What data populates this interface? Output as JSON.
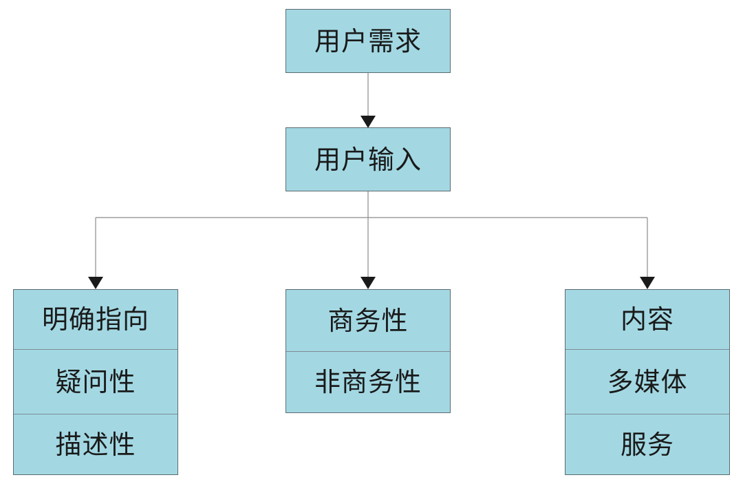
{
  "nodes": {
    "need": "用户需求",
    "input": "用户输入",
    "left": [
      "明确指向",
      "疑问性",
      "描述性"
    ],
    "middle": [
      "商务性",
      "非商务性"
    ],
    "right": [
      "内容",
      "多媒体",
      "服务"
    ]
  },
  "colors": {
    "box_fill": "#a3d8e3",
    "box_border": "#5c6a70",
    "line": "#8a8a8a",
    "arrow": "#1a1a1a"
  }
}
